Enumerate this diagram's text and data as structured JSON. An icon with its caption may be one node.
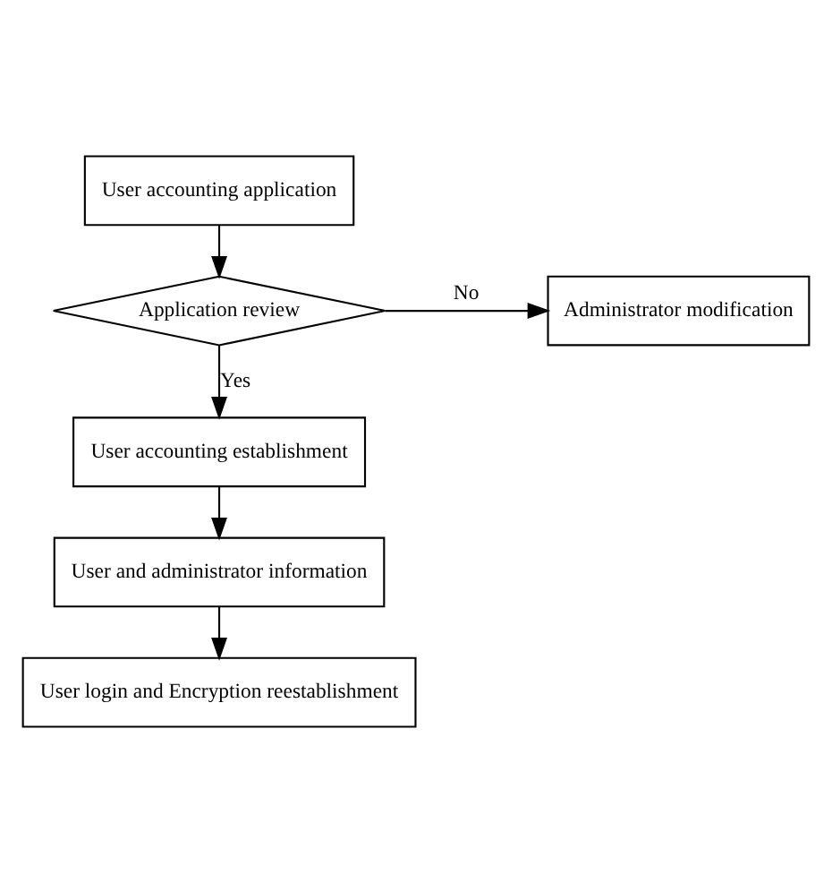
{
  "diagram": {
    "nodes": [
      {
        "text": [
          "User accounting application"
        ]
      },
      {
        "text": [
          "Application review"
        ]
      },
      {
        "text": [
          "Administrator modification"
        ]
      },
      {
        "text": [
          "User accounting establishment"
        ]
      },
      {
        "text": [
          "User and administrator information"
        ]
      },
      {
        "text": [
          "User login and Encryption reestablishment"
        ]
      }
    ],
    "edges": [
      {
        "from": 0,
        "to": 1,
        "arrow": "to"
      },
      {
        "from": 1,
        "to": 2,
        "arrow": "to",
        "label": "No"
      },
      {
        "from": 1,
        "to": 3,
        "arrow": "to",
        "label": "Yes"
      },
      {
        "from": 3,
        "to": 4,
        "arrow": "to"
      },
      {
        "from": 4,
        "to": 5,
        "arrow": "to"
      }
    ]
  }
}
